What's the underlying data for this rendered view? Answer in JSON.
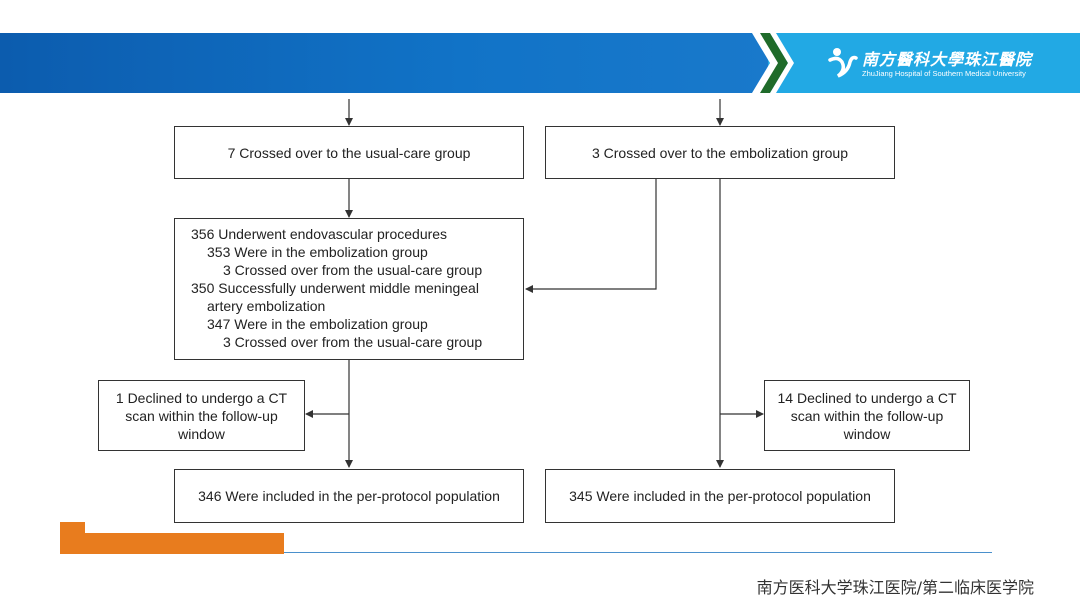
{
  "header": {
    "logo_cn": "南方醫科大學珠江醫院",
    "logo_en": "ZhuJiang Hospital  of Southern Medical University"
  },
  "flow": {
    "left_crossover": "7 Crossed over to the usual-care group",
    "right_crossover": "3 Crossed over to the embolization group",
    "procedures": {
      "lines": [
        {
          "text": "356 Underwent endovascular procedures",
          "indent": 0
        },
        {
          "text": "353 Were in the embolization group",
          "indent": 1
        },
        {
          "text": "3 Crossed over from the usual-care group",
          "indent": 2
        },
        {
          "text": "350 Successfully underwent middle meningeal",
          "indent": 0
        },
        {
          "text": "artery embolization",
          "indent": 1
        },
        {
          "text": "347 Were in the embolization group",
          "indent": 1
        },
        {
          "text": "3 Crossed over from the usual-care group",
          "indent": 2
        }
      ]
    },
    "left_declined": [
      "1 Declined to undergo a CT",
      "scan within the follow-up",
      "window"
    ],
    "right_declined": [
      "14 Declined to undergo a CT",
      "scan within the follow-up",
      "window"
    ],
    "left_included": "346 Were included in the per-protocol population",
    "right_included": "345 Were included in the per-protocol population"
  },
  "footer": {
    "text": "南方医科大学珠江医院/第二临床医学院"
  },
  "colors": {
    "header_blue": "#0f6fc3",
    "header_light": "#22a9e4",
    "accent_orange": "#e87c1e",
    "chevron_green": "#1f6b2a"
  }
}
